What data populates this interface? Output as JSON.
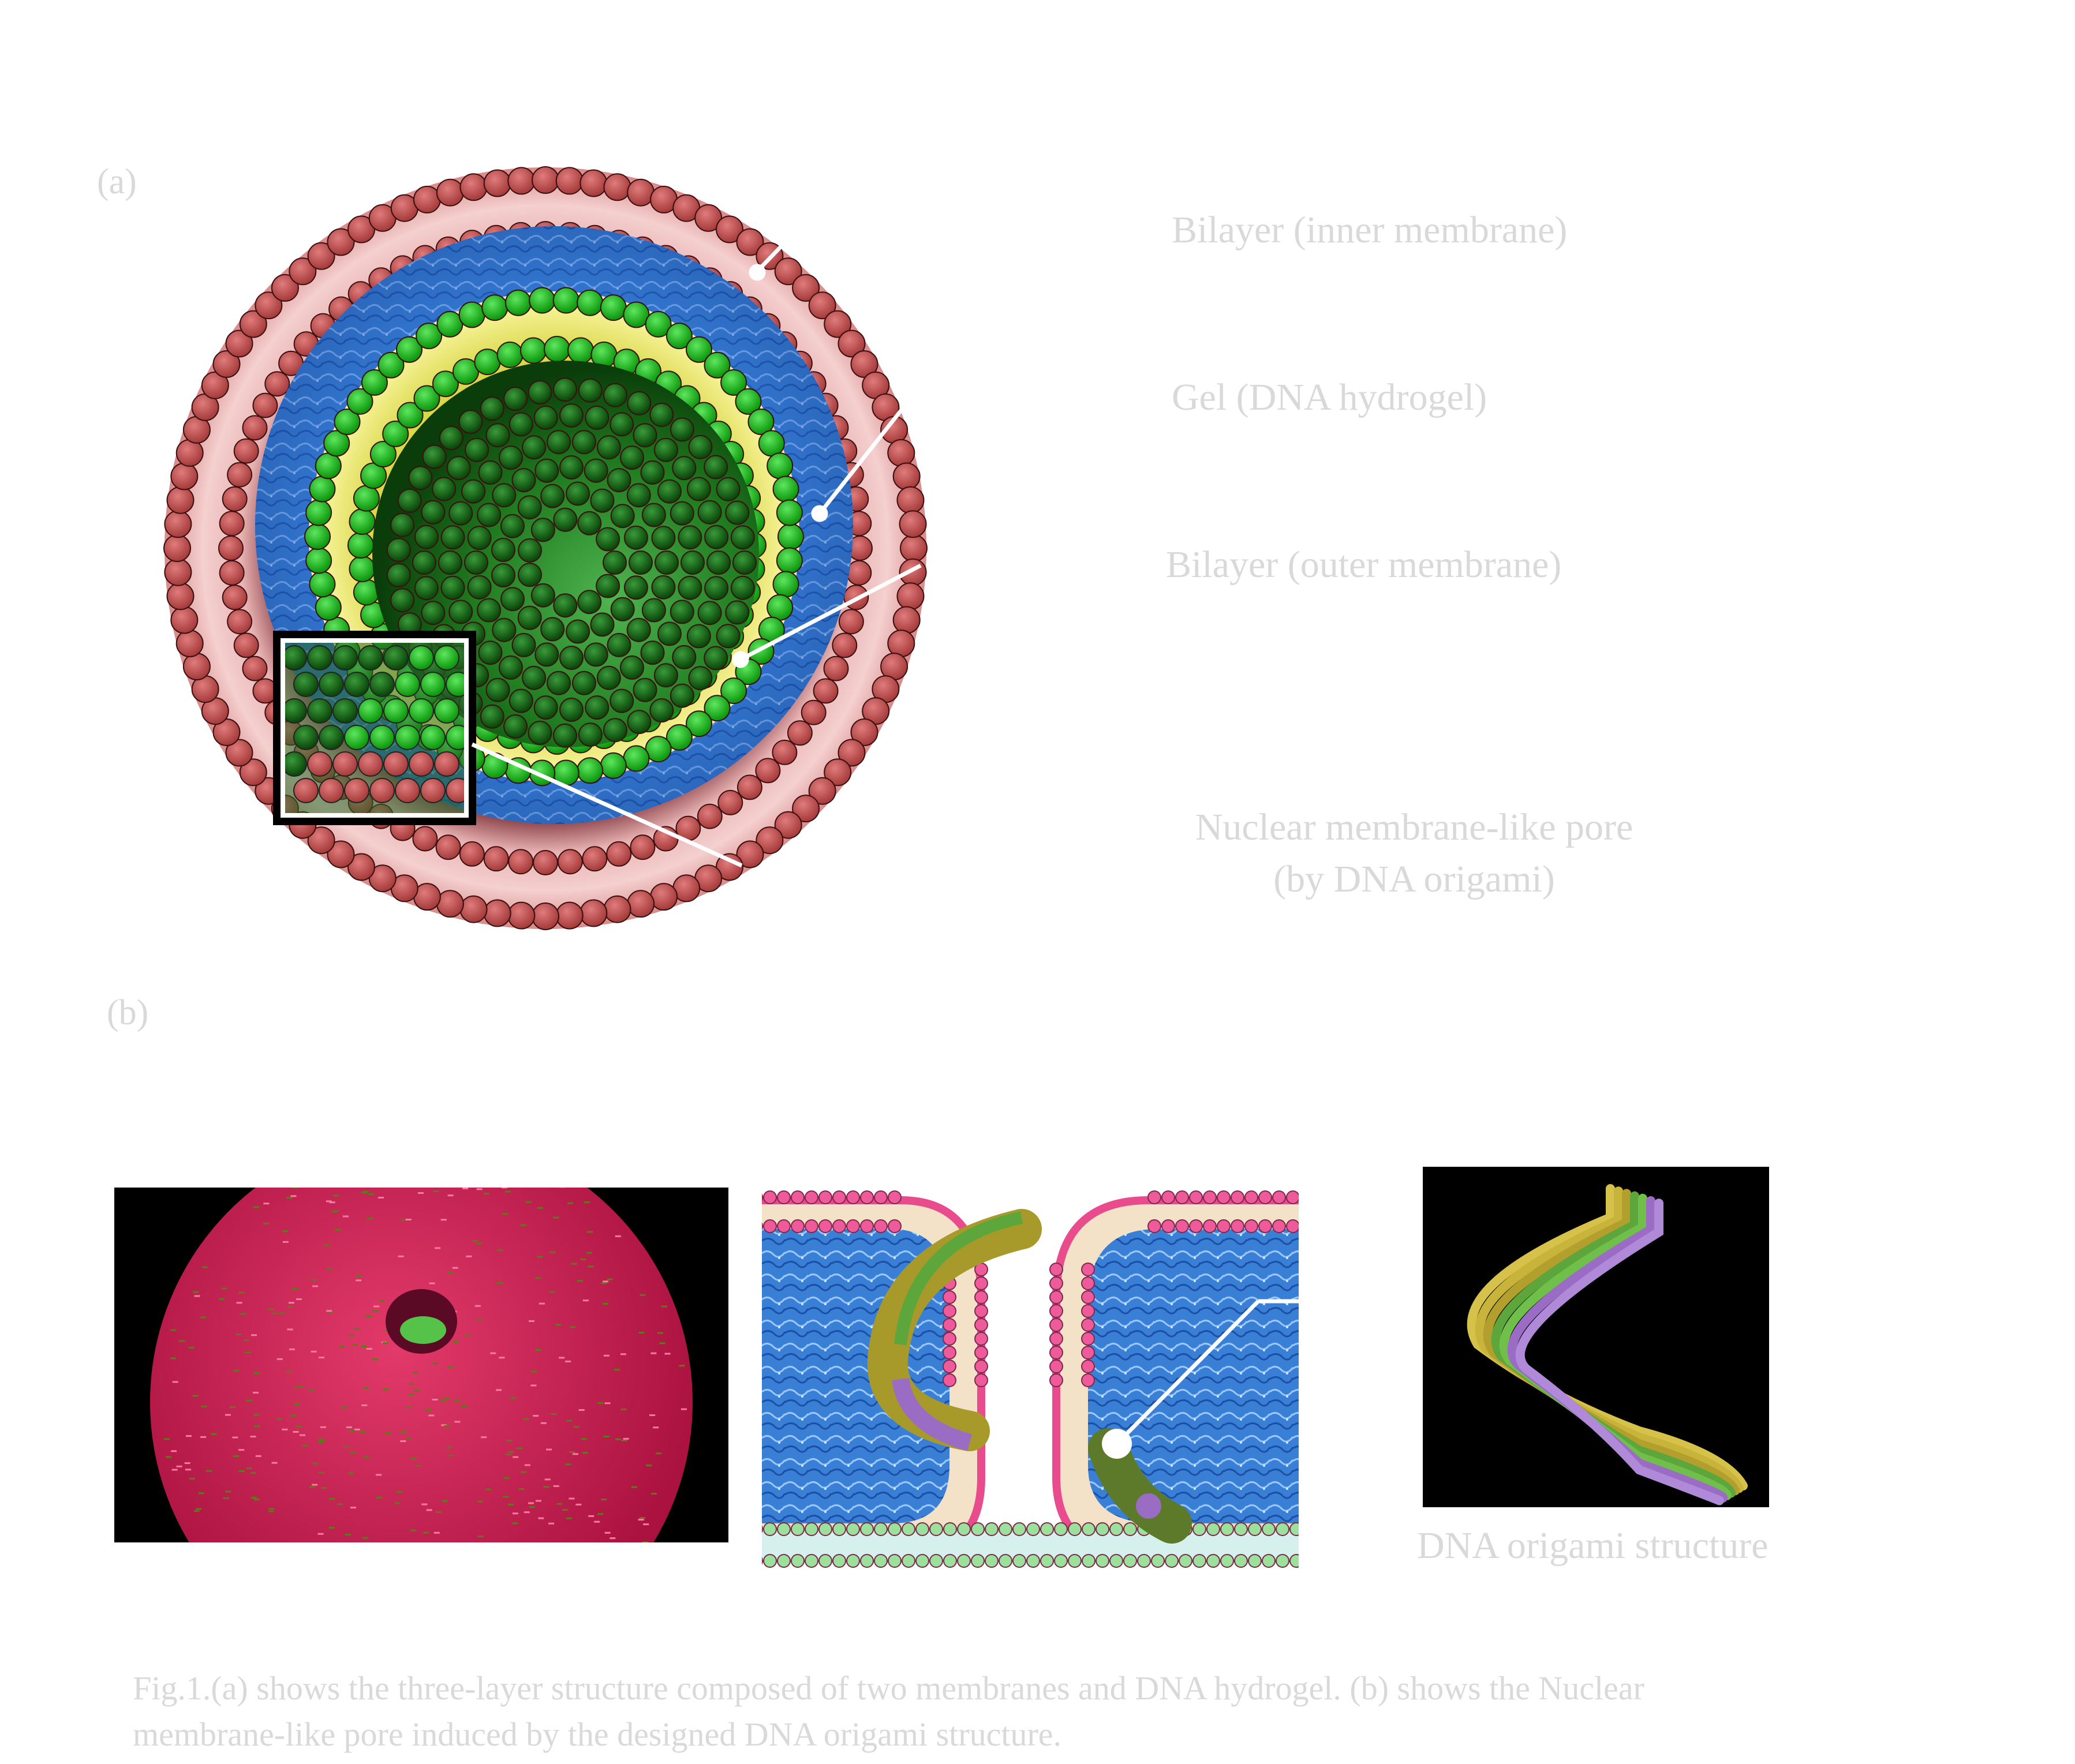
{
  "panel_a": {
    "letter": "(a)",
    "labels": {
      "inner_membrane": "Bilayer (inner membrane)",
      "gel": "Gel (DNA hydrogel)",
      "outer_membrane": "Bilayer (outer membrane)",
      "pore_line1": "Nuclear membrane-like pore",
      "pore_line2": "(by DNA origami)"
    }
  },
  "panel_b": {
    "letter": "(b)",
    "origami_label": "DNA origami structure"
  },
  "caption": {
    "line1": "Fig.1.(a) shows the three-layer structure composed of two membranes and DNA hydrogel. (b) shows the Nuclear",
    "line2": "membrane-like pore induced by the designed DNA origami structure."
  },
  "colors": {
    "outer_lipid_head": "#c65151",
    "inner_lipid_head": "#1fbf1f",
    "hydrogel": "#3a7fd6",
    "core": "#1f7a1f",
    "label_text": "#d9d9d9",
    "origami_yellow": "#c8b43a",
    "origami_green": "#5ca63c",
    "origami_purple": "#9a6cc4"
  }
}
